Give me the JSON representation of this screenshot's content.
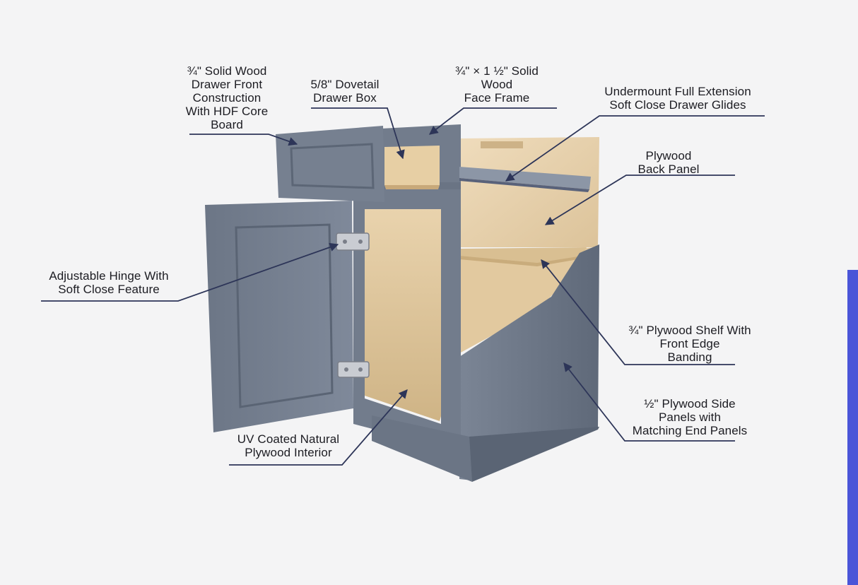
{
  "callouts": {
    "drawer_front": "¾\" Solid Wood\nDrawer Front\nConstruction\nWith HDF Core\nBoard",
    "dovetail": "5/8\" Dovetail\nDrawer Box",
    "face_frame": "¾\" × 1 ½\" Solid\nWood\nFace Frame",
    "glides": "Undermount Full Extension\nSoft Close Drawer Glides",
    "back_panel": "Plywood\nBack Panel",
    "hinge": "Adjustable Hinge With\nSoft Close Feature",
    "shelf": "¾\" Plywood Shelf With\nFront Edge\nBanding",
    "side_panels": "½\" Plywood Side\nPanels with\nMatching End Panels",
    "interior": "UV Coated Natural\nPlywood Interior"
  },
  "colors": {
    "background": "#f4f4f5",
    "cabinet_gray": "#6e7888",
    "plywood": "#e6d0ac",
    "leader_line": "#2d3558",
    "accent_bar": "#4a55d8"
  }
}
